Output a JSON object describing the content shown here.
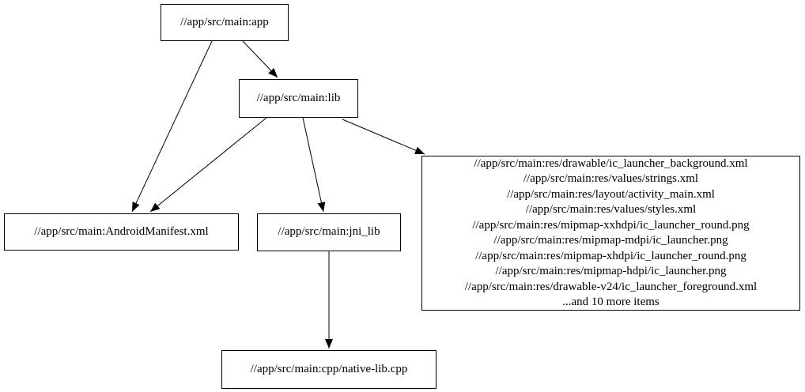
{
  "diagram": {
    "type": "dependency-graph",
    "colors": {
      "background": "#ffffff",
      "node_border": "#000000",
      "node_fill": "#ffffff",
      "edge": "#000000",
      "text": "#000000"
    },
    "nodes": {
      "app": {
        "label": "//app/src/main:app"
      },
      "lib": {
        "label": "//app/src/main:lib"
      },
      "manifest": {
        "label": "//app/src/main:AndroidManifest.xml"
      },
      "jni_lib": {
        "label": "//app/src/main:jni_lib"
      },
      "resources": {
        "lines": [
          "//app/src/main:res/drawable/ic_launcher_background.xml",
          "//app/src/main:res/values/strings.xml",
          "//app/src/main:res/layout/activity_main.xml",
          "//app/src/main:res/values/styles.xml",
          "//app/src/main:res/mipmap-xxhdpi/ic_launcher_round.png",
          "//app/src/main:res/mipmap-mdpi/ic_launcher.png",
          "//app/src/main:res/mipmap-xhdpi/ic_launcher_round.png",
          "//app/src/main:res/mipmap-hdpi/ic_launcher.png",
          "//app/src/main:res/drawable-v24/ic_launcher_foreground.xml",
          "...and 10 more items"
        ]
      },
      "native_lib": {
        "label": "//app/src/main:cpp/native-lib.cpp"
      }
    },
    "edges": [
      {
        "from": "//app/src/main:app",
        "to": "//app/src/main:lib"
      },
      {
        "from": "//app/src/main:app",
        "to": "//app/src/main:AndroidManifest.xml"
      },
      {
        "from": "//app/src/main:lib",
        "to": "//app/src/main:AndroidManifest.xml"
      },
      {
        "from": "//app/src/main:lib",
        "to": "//app/src/main:jni_lib"
      },
      {
        "from": "//app/src/main:lib",
        "to": "resources-group"
      },
      {
        "from": "//app/src/main:jni_lib",
        "to": "//app/src/main:cpp/native-lib.cpp"
      }
    ]
  }
}
